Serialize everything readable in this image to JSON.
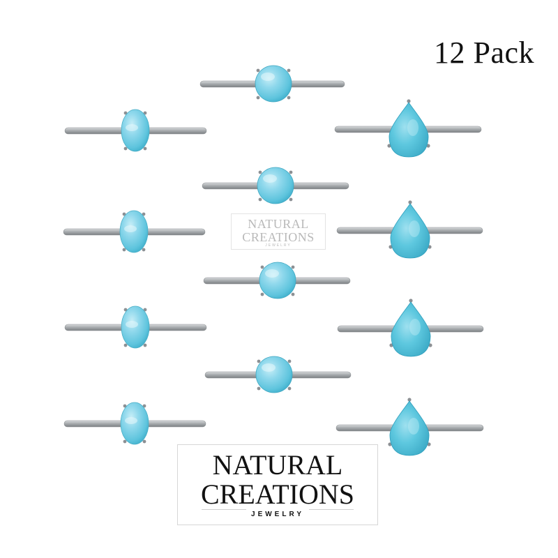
{
  "pack_label": "12 Pack",
  "watermark": {
    "line1": "NATURAL",
    "line2": "CREATIONS",
    "line3": "JEWELRY"
  },
  "logo": {
    "line1": "NATURAL",
    "line2": "CREATIONS",
    "line3": "JEWELRY"
  },
  "colors": {
    "background": "#ffffff",
    "band": "#a9adb0",
    "stone_light": "#8fd8ec",
    "stone_mid": "#5ec4dd",
    "stone_dark": "#36a9c6",
    "prong": "#8c9094"
  },
  "rings": [
    {
      "stone": "round-stone"
    },
    {
      "stone": "oval-stone"
    },
    {
      "stone": "pear-stone"
    },
    {
      "stone": "round-stone"
    },
    {
      "stone": "oval-stone"
    },
    {
      "stone": "pear-stone"
    },
    {
      "stone": "round-stone"
    },
    {
      "stone": "oval-stone"
    },
    {
      "stone": "pear-stone"
    },
    {
      "stone": "round-stone"
    },
    {
      "stone": "oval-stone"
    },
    {
      "stone": "pear-stone"
    }
  ]
}
